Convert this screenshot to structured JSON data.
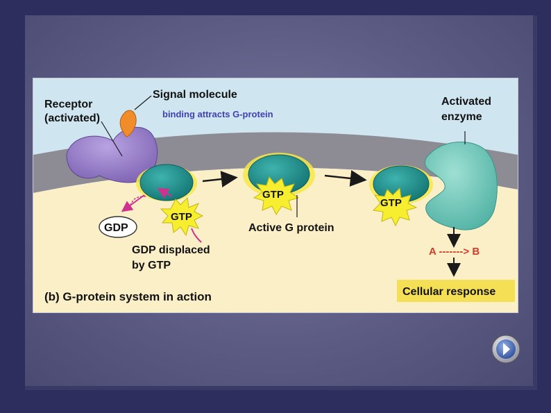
{
  "figure": {
    "labels": {
      "receptor": "Receptor",
      "receptor_state": "(activated)",
      "signal_molecule": "Signal molecule",
      "binding_note": "binding attracts G-protein",
      "activated": "Activated",
      "enzyme": "enzyme",
      "gtp": "GTP",
      "gdp": "GDP",
      "active_g_protein": "Active G protein",
      "gdp_displaced_1": "GDP displaced",
      "gdp_displaced_2": "by GTP",
      "reaction": "A -------> B",
      "cellular_response": "Cellular response",
      "caption": "(b) G-protein system in action"
    },
    "colors": {
      "extracellular": "#cfe6f0",
      "membrane": "#8d8b94",
      "cytoplasm": "#fbefc8",
      "receptor": "#9a7fc6",
      "g_protein": "#1f8f8e",
      "enzyme": "#7fcfc0",
      "signal": "#f08c2a",
      "gtp_burst": "#f6ee2e",
      "magenta_arrow": "#d0318f",
      "binding_text": "#3f3fb0",
      "reaction_text": "#d23a2a",
      "response_box": "#f4df55"
    }
  },
  "navigation": {
    "next_icon": "chevron-right-icon"
  }
}
